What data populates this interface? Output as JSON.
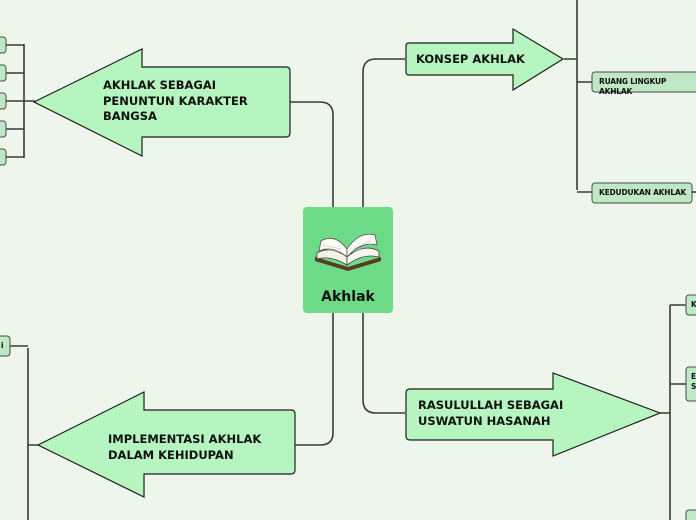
{
  "center": {
    "label": "Akhlak",
    "icon": "open-book-icon"
  },
  "branches": {
    "akhlak_penuntun": "AKHLAK SEBAGAI\nPENUNTUN KARAKTER\nBANGSA",
    "konsep": "KONSEP AKHLAK",
    "implementasi": "IMPLEMENTASI AKHLAK\nDALAM KEHIDUPAN",
    "rasulullah": "RASULULLAH SEBAGAI\nUSWATUN HASANAH"
  },
  "sub_nodes": {
    "ruang_lingkup": "RUANG LINGKUP AKHLAK",
    "kedudukan": "KEDUDUKAN AKHLAK",
    "implementasi_child": "i",
    "rasul_child_1": "K",
    "rasul_child_2": "E\nS"
  },
  "colors": {
    "background": "#eef6ec",
    "center_fill": "#6cda86",
    "arrow_fill": "#b6f5bf",
    "subnode_fill": "#bfe8c4",
    "line": "#3a3a3a"
  }
}
